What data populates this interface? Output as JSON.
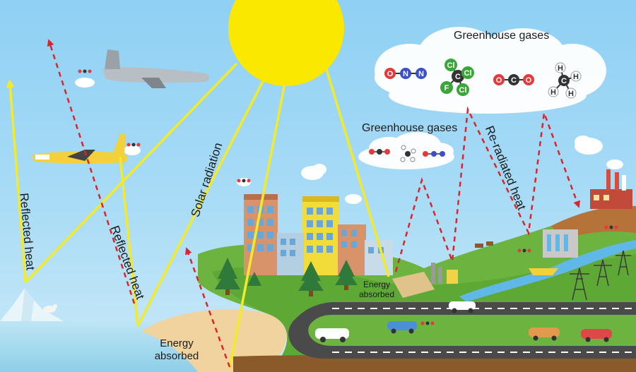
{
  "labels": {
    "greenhouse_gases_top": "Greenhouse gases",
    "greenhouse_gases_mid": "Greenhouse gases",
    "solar_radiation": "Solar radiation",
    "reflected_heat_left": "Reflected heat",
    "reflected_heat_center": "Reflected heat",
    "re_radiated_heat": "Re-radiated heat",
    "energy_absorbed_ground": "Energy absorbed",
    "energy_absorbed_city": "Energy absorbed"
  },
  "molecules": {
    "n2o": [
      "O",
      "N",
      "N"
    ],
    "cfc": [
      "Cl",
      "C",
      "Cl",
      "F",
      "Cl"
    ],
    "co2": [
      "O",
      "C",
      "O"
    ],
    "ch4": [
      "H",
      "C",
      "H",
      "H",
      "H"
    ]
  },
  "colors": {
    "sun": "#fae800",
    "solar_ray": "#f2ea2a",
    "heat_arrow": "#d9262e",
    "sky": "#9ed6f5",
    "grass": "#6cb33f",
    "road": "#4a4a4a"
  },
  "icons": [
    "sun-icon",
    "airplane-icon",
    "cloud-icon",
    "building-icon",
    "tree-icon",
    "factory-icon",
    "power-tower-icon",
    "car-icon",
    "cow-icon",
    "boat-icon",
    "iceberg-icon",
    "polar-bear-icon",
    "dam-icon",
    "wind-turbine-icon",
    "solar-panel-icon"
  ]
}
